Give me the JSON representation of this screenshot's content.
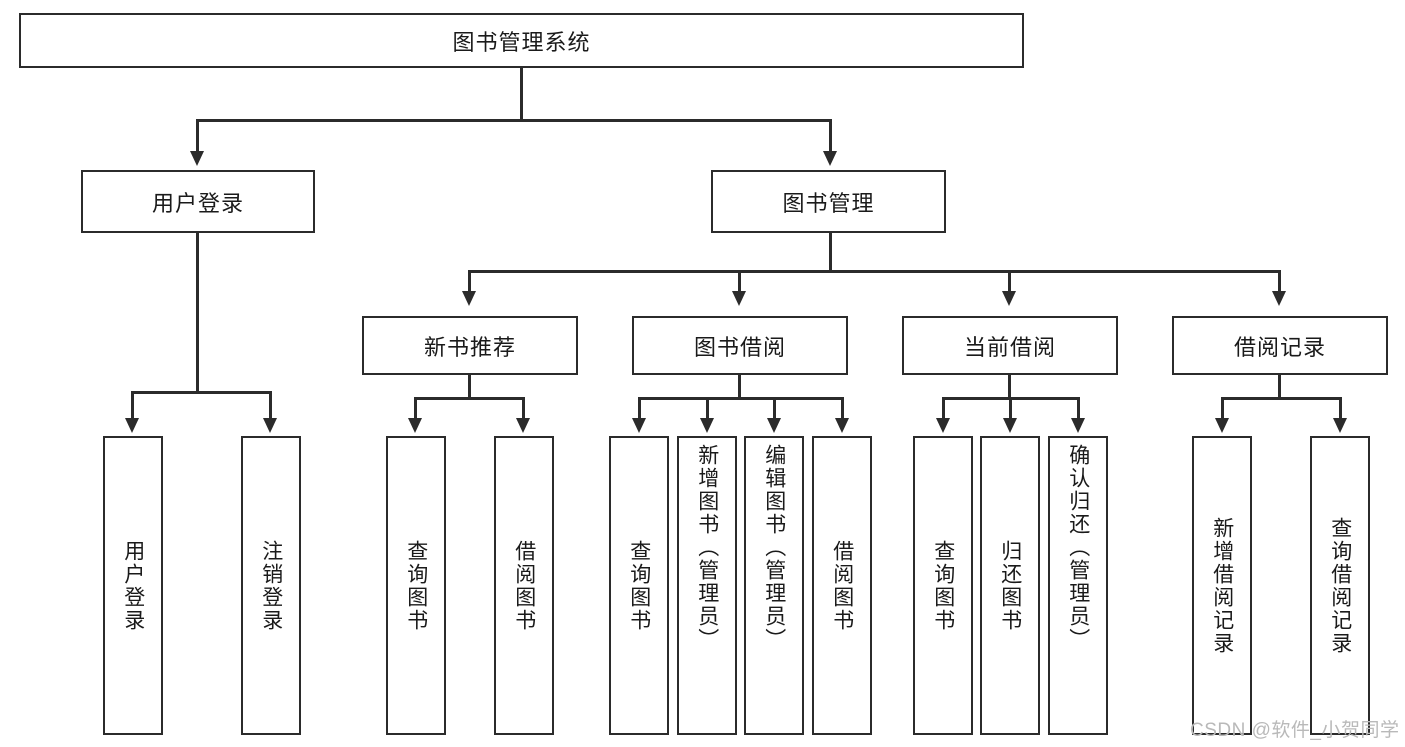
{
  "diagram": {
    "type": "tree-hierarchy-chart",
    "title_node": "图书管理系统",
    "level2": [
      {
        "label": "用户登录"
      },
      {
        "label": "图书管理"
      }
    ],
    "level3": [
      {
        "label": "新书推荐"
      },
      {
        "label": "图书借阅"
      },
      {
        "label": "当前借阅"
      },
      {
        "label": "借阅记录"
      }
    ],
    "leaves": {
      "user_login": [
        {
          "label": "用户登录"
        },
        {
          "label": "注销登录"
        }
      ],
      "new_book_recommend": [
        {
          "label": "查询图书"
        },
        {
          "label": "借阅图书"
        }
      ],
      "book_borrow": [
        {
          "label": "查询图书"
        },
        {
          "label": "新增图书（管理员）"
        },
        {
          "label": "编辑图书（管理员）"
        },
        {
          "label": "借阅图书"
        }
      ],
      "current_borrow": [
        {
          "label": "查询图书"
        },
        {
          "label": "归还图书"
        },
        {
          "label": "确认归还（管理员）"
        }
      ],
      "borrow_record": [
        {
          "label": "新增借阅记录"
        },
        {
          "label": "查询借阅记录"
        }
      ]
    }
  },
  "watermark": {
    "text": "CSDN @软件_小贺同学"
  },
  "colors": {
    "stroke": "#2b2b2b",
    "fill": "#ffffff",
    "text": "#1a1a1a",
    "watermark": "#b9b9b9"
  }
}
